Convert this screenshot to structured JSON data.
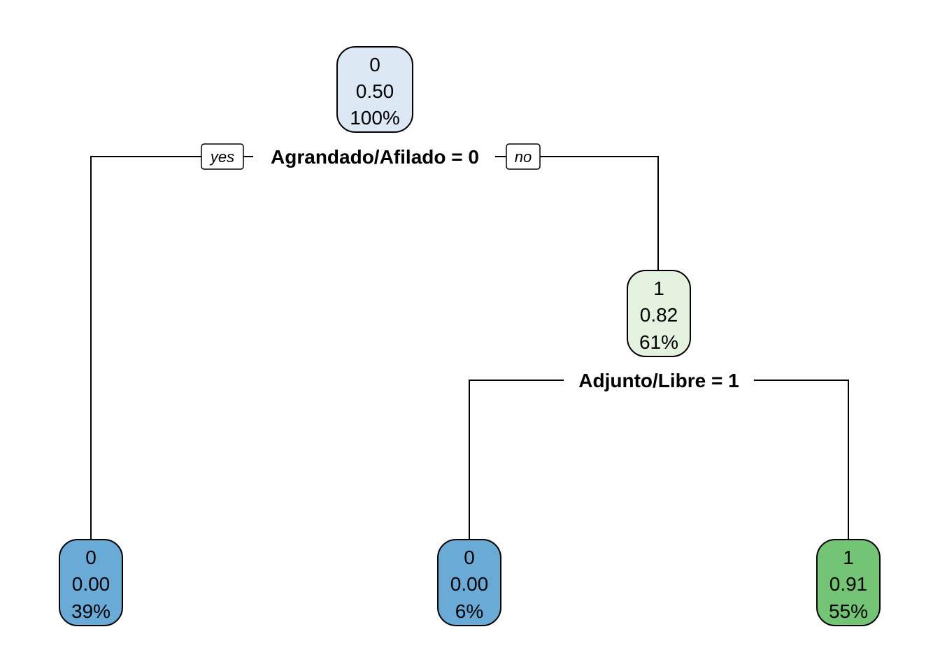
{
  "colors": {
    "light_blue": "#dde8f5",
    "light_green": "#e6f2e0",
    "blue": "#6aaad6",
    "green": "#74c476",
    "line": "#000000"
  },
  "root": {
    "class": "0",
    "prob": "0.50",
    "pct": "100%",
    "split": "Agrandado/Afilado = 0",
    "yes_label": "yes",
    "no_label": "no"
  },
  "node_right": {
    "class": "1",
    "prob": "0.82",
    "pct": "61%",
    "split": "Adjunto/Libre = 1"
  },
  "leaf_left": {
    "class": "0",
    "prob": "0.00",
    "pct": "39%"
  },
  "leaf_mid": {
    "class": "0",
    "prob": "0.00",
    "pct": "6%"
  },
  "leaf_right": {
    "class": "1",
    "prob": "0.91",
    "pct": "55%"
  }
}
